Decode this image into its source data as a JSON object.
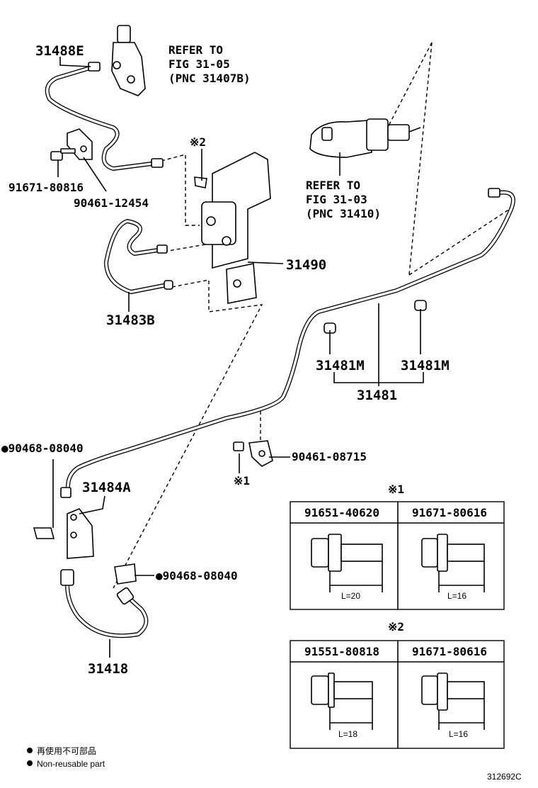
{
  "labels": {
    "p31488E": "31488E",
    "refer_top_1": "REFER TO",
    "refer_top_2": "FIG 31-05",
    "refer_top_3": "(PNC 31407B)",
    "refer_right_1": "REFER TO",
    "refer_right_2": "FIG 31-03",
    "refer_right_3": "(PNC 31410)",
    "mark2": "※2",
    "p91671_80816": "91671-80816",
    "p90461_12454": "90461-12454",
    "p31490": "31490",
    "p31483B": "31483B",
    "p31481M_a": "31481M",
    "p31481M_b": "31481M",
    "p31481": "31481",
    "p90468_08040_a": "●90468-08040",
    "p90461_08715": "90461-08715",
    "mark1": "※1",
    "p31484A": "31484A",
    "p90468_08040_b": "●90468-08040",
    "p31418": "31418"
  },
  "table1": {
    "mark": "※1",
    "col1": "91651-40620",
    "col2": "91671-80616",
    "dim1": "L=20",
    "dim2": "L=16"
  },
  "table2": {
    "mark": "※2",
    "col1": "91551-80818",
    "col2": "91671-80616",
    "dim1": "L=18",
    "dim2": "L=16"
  },
  "legend": {
    "jp": "再使用不可部品",
    "en": "Non-reusable part"
  },
  "figure_id": "312692C"
}
